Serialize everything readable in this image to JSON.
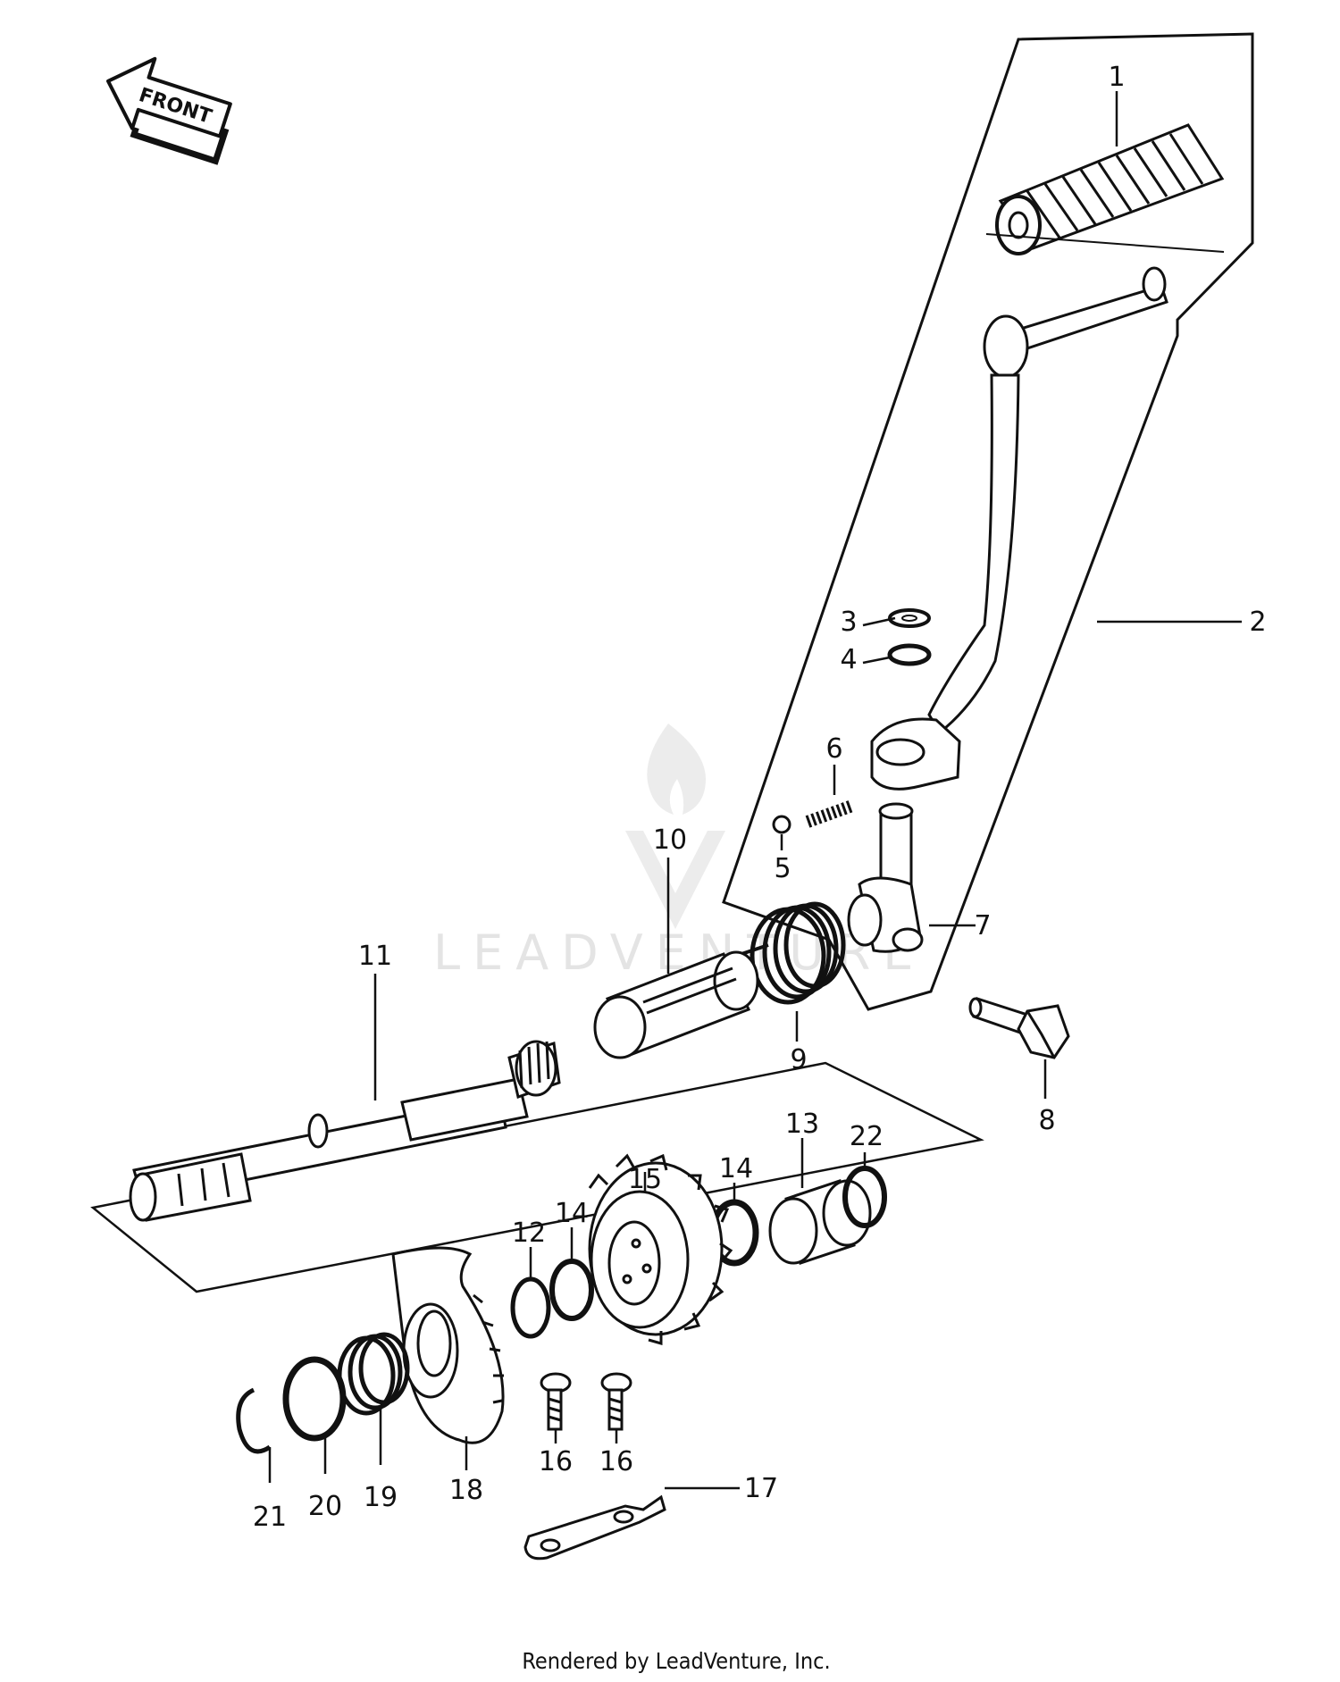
{
  "front_arrow_label": "FRONT",
  "watermark_text": "LEADVENTURE",
  "footer_text": "Rendered by LeadVenture, Inc.",
  "callouts": [
    "1",
    "2",
    "3",
    "4",
    "5",
    "6",
    "7",
    "8",
    "9",
    "10",
    "11",
    "12",
    "13",
    "14",
    "14",
    "15",
    "16",
    "16",
    "17",
    "18",
    "19",
    "20",
    "21",
    "22"
  ],
  "colors": {
    "ink": "#111111",
    "watermark": "#e4e4e4",
    "background": "#ffffff"
  }
}
